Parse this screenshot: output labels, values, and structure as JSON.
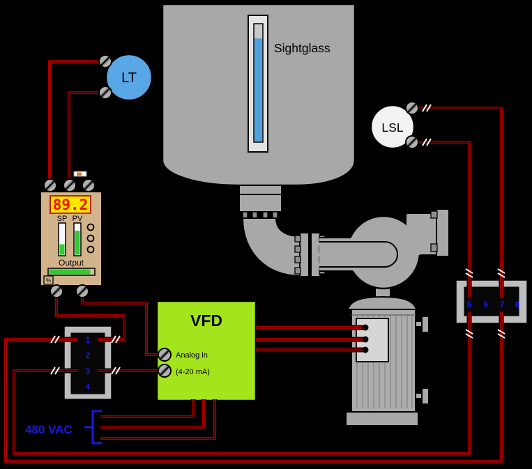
{
  "diagram_type": "level-control-loop-wiring-diagram",
  "tank": {
    "sightglass_label": "Sightglass",
    "sightglass_level_pct": 88
  },
  "instruments": {
    "level_transmitter_label": "LT",
    "level_switch_low_label": "LSL"
  },
  "controller": {
    "display_value": "89.2",
    "sp_label": "SP",
    "pv_label": "PV",
    "output_label": "Output",
    "percent_symbol": "%",
    "sp_bar_pct": 34,
    "pv_bar_pct": 78,
    "output_bar_pct": 92
  },
  "vfd": {
    "label": "VFD",
    "analog_in_label": "Analog in",
    "analog_in_range": "(4-20 mA)"
  },
  "power": {
    "label": "480 VAC"
  },
  "terminal_blocks": {
    "left": [
      "1",
      "2",
      "3",
      "4"
    ],
    "right": [
      "5",
      "6",
      "7",
      "8"
    ]
  },
  "colors": {
    "background": "#000000",
    "wire_red": "#d40000",
    "vfd_green": "#a3e41c",
    "lt_blue": "#5aa7e8",
    "lsl_fill": "#f2f2f2",
    "controller_body_tan": "#d2b48c",
    "display_bg": "#ffe600",
    "display_digits": "#f21000",
    "bar_green": "#2ecc2e",
    "terminal_number_blue": "#1a1ae0",
    "power_label_blue": "#1a1ae0",
    "liquid_blue": "#4fa2de",
    "equipment_gray": "#a8a8a8"
  }
}
